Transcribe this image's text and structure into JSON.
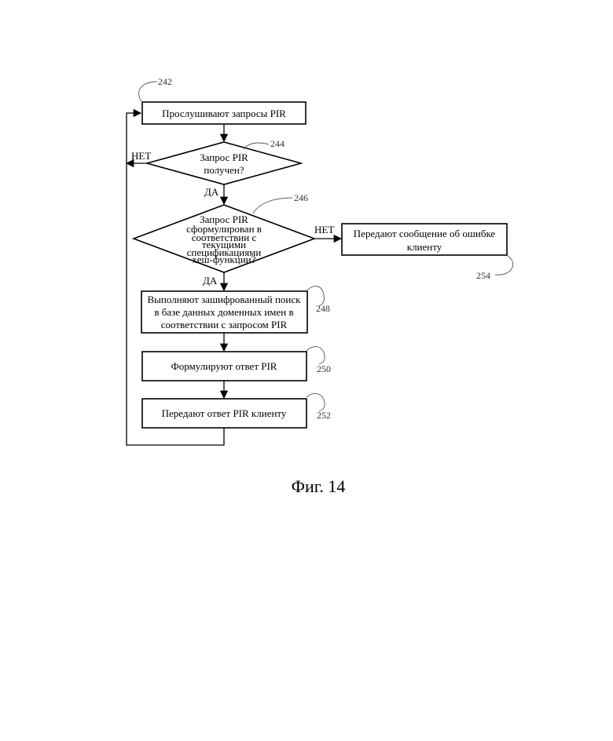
{
  "figure": {
    "caption": "Фиг. 14",
    "nodes": {
      "listen": {
        "ref": "242",
        "lines": [
          "Прослушивают запросы PIR"
        ]
      },
      "received": {
        "ref": "244",
        "lines": [
          "Запрос PIR",
          "получен?"
        ]
      },
      "formulated": {
        "ref": "246",
        "lines": [
          "Запрос PIR",
          "сформулирован в",
          "соответствии с",
          "текущими",
          "спецификациями",
          "хеш-функции?"
        ]
      },
      "error": {
        "ref": "254",
        "lines": [
          "Передают сообщение об ошибке",
          "клиенту"
        ]
      },
      "search": {
        "ref": "248",
        "lines": [
          "Выполняют зашифрованный поиск",
          "в базе данных доменных имен в",
          "соответствии с запросом PIR"
        ]
      },
      "response": {
        "ref": "250",
        "lines": [
          "Формулируют ответ PIR"
        ]
      },
      "send": {
        "ref": "252",
        "lines": [
          "Передают ответ PIR клиенту"
        ]
      }
    },
    "branches": {
      "no_received": "НЕТ",
      "yes_received": "ДА",
      "no_formulated": "НЕТ",
      "yes_formulated": "ДА"
    }
  }
}
